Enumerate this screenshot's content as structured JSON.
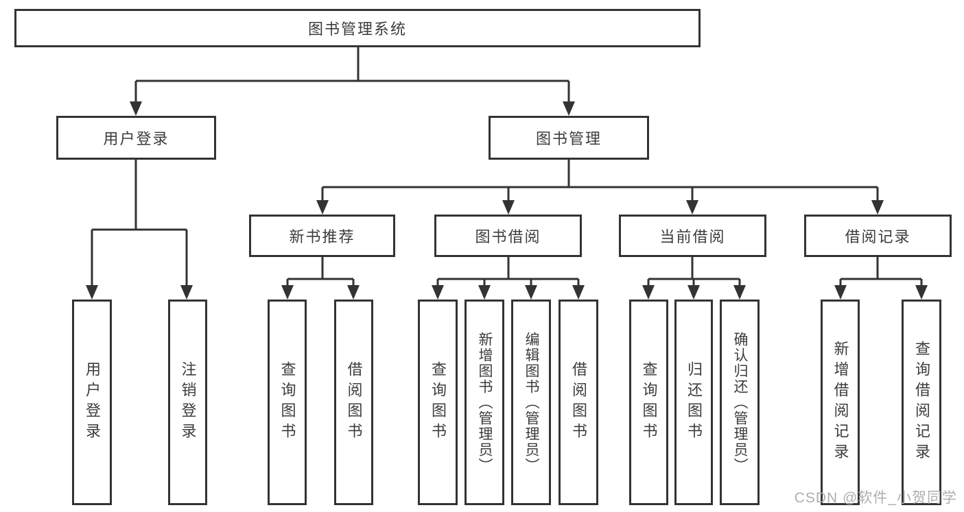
{
  "tree": {
    "root": {
      "label": "图书管理系统"
    },
    "children": [
      {
        "label": "用户登录",
        "children": [
          {
            "label": "用户登录"
          },
          {
            "label": "注销登录"
          }
        ]
      },
      {
        "label": "图书管理",
        "children": [
          {
            "label": "新书推荐",
            "children": [
              {
                "label": "查询图书"
              },
              {
                "label": "借阅图书"
              }
            ]
          },
          {
            "label": "图书借阅",
            "children": [
              {
                "label": "查询图书"
              },
              {
                "label": "新增图书（管理员）"
              },
              {
                "label": "编辑图书（管理员）"
              },
              {
                "label": "借阅图书"
              }
            ]
          },
          {
            "label": "当前借阅",
            "children": [
              {
                "label": "查询图书"
              },
              {
                "label": "归还图书"
              },
              {
                "label": "确认归还（管理员）"
              }
            ]
          },
          {
            "label": "借阅记录",
            "children": [
              {
                "label": "新增借阅记录"
              },
              {
                "label": "查询借阅记录"
              }
            ]
          }
        ]
      }
    ]
  },
  "watermark": {
    "text": "CSDN @软件_小贺同学"
  },
  "colors": {
    "line": "#333333",
    "text": "#3c3c3c",
    "watermark": "#aeaeae",
    "bg": "#ffffff"
  }
}
